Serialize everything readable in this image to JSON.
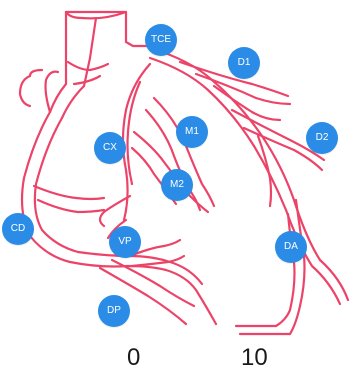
{
  "colors": {
    "vessel": "#ec4469",
    "badge": "#2a8ce6",
    "badge_text": "#ffffff"
  },
  "segments": [
    {
      "label": "TCE"
    },
    {
      "label": "D1"
    },
    {
      "label": "M1"
    },
    {
      "label": "CX"
    },
    {
      "label": "M2"
    },
    {
      "label": "D2"
    },
    {
      "label": "CD"
    },
    {
      "label": "VP"
    },
    {
      "label": "DA"
    },
    {
      "label": "DP"
    }
  ],
  "scale": {
    "min": "0",
    "max": "10"
  }
}
